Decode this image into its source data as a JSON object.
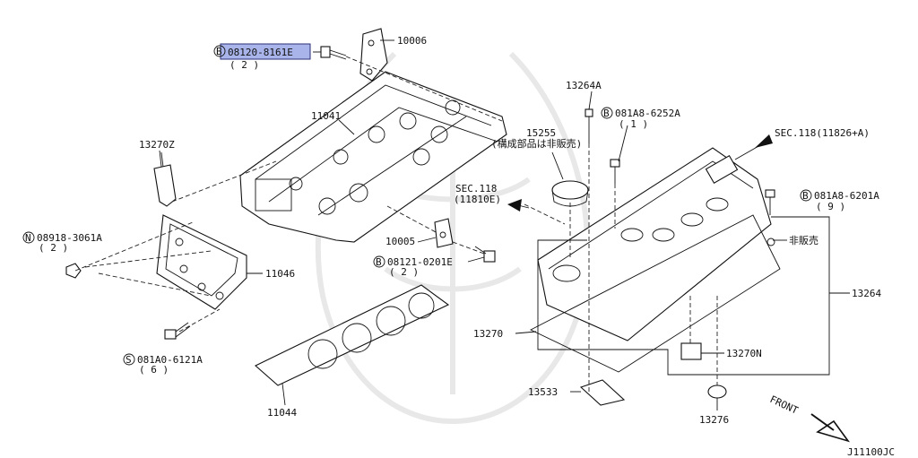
{
  "diagram": {
    "code": "J11100JC",
    "front": "FRONT",
    "labels": {
      "p08120": "08120-8161E",
      "p08120_qty": "( 2 )",
      "p10006": "10006",
      "p11041": "11041",
      "p13270z": "13270Z",
      "p08918": "08918-3061A",
      "p08918_qty": "( 2 )",
      "p11046": "11046",
      "p081a0": "081A0-6121A",
      "p081a0_qty": "( 6 )",
      "p11044": "11044",
      "p10005": "10005",
      "p08121": "08121-0201E",
      "p08121_qty": "( 2 )",
      "sec118a": "SEC.118",
      "sec118a_sub": "(11810E)",
      "p13264a": "13264A",
      "p081a8a": "081A8-6252A",
      "p081a8a_qty": "( 1 )",
      "p15255": "15255",
      "p15255_note": "(構成部品は非販売)",
      "sec118b": "SEC.118(11826+A)",
      "p081a8b": "081A8-6201A",
      "p081a8b_qty": "( 9 )",
      "not_sold": "非販売",
      "p13264": "13264",
      "p13270": "13270",
      "p13270n": "13270N",
      "p13533": "13533",
      "p13276": "13276"
    },
    "markers": {
      "B": "B",
      "N": "N",
      "S": "S"
    },
    "highlight_color": "#a9b4ea"
  }
}
